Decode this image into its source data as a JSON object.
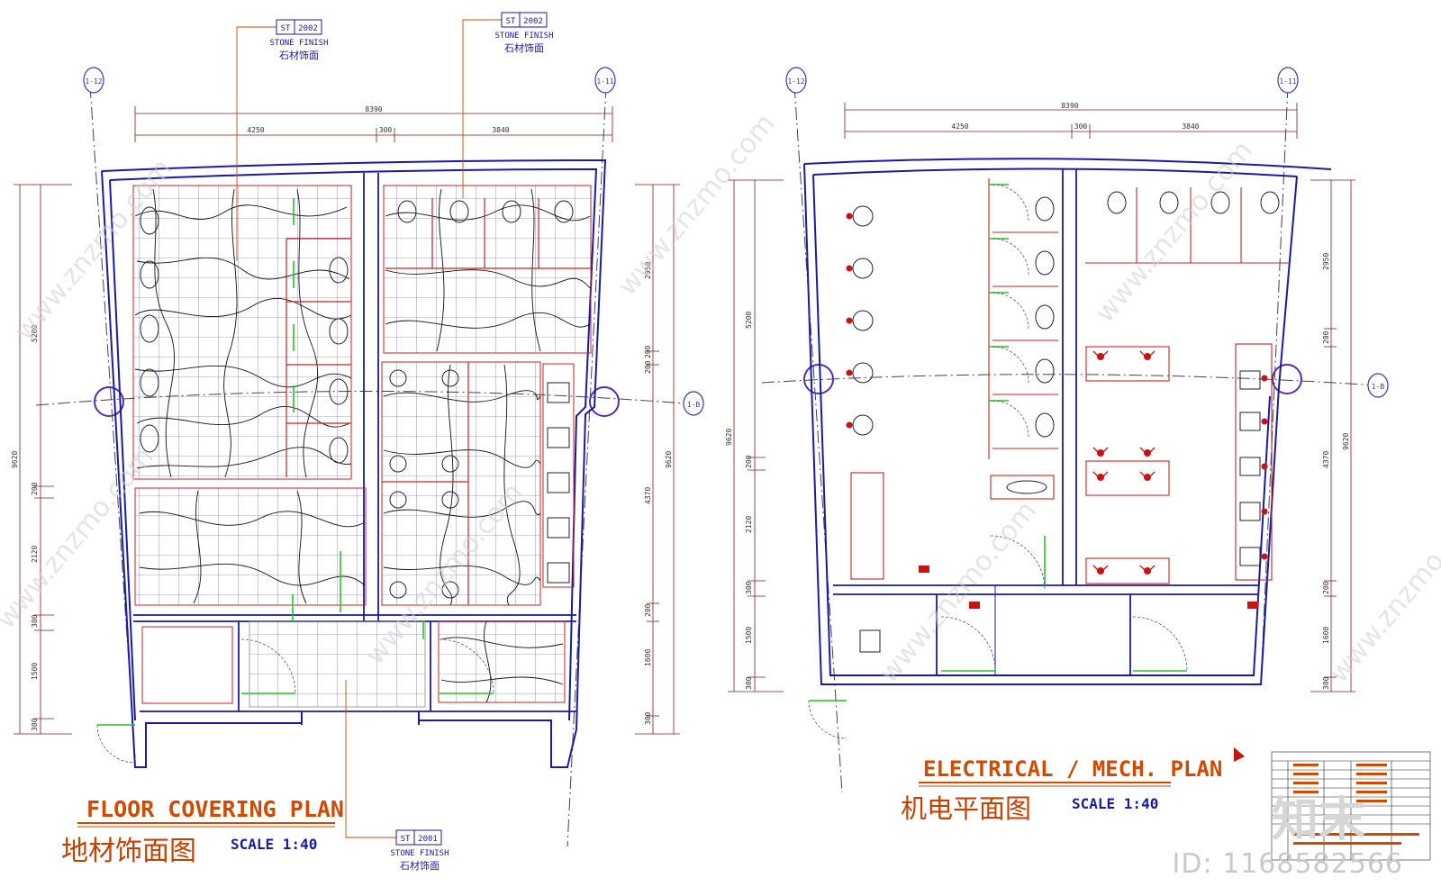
{
  "left_plan": {
    "title_en": "FLOOR  COVERING  PLAN",
    "title_cn": "地材饰面图",
    "scale": "SCALE 1:40",
    "grid_left": "1-12",
    "grid_right": "1-11",
    "grid_row": "1-B",
    "dims_top": {
      "total": "8390",
      "a": "4250",
      "b": "300",
      "c": "3840"
    },
    "dims_left": [
      "5200",
      "9620",
      "200",
      "2120",
      "300",
      "1500",
      "300"
    ],
    "dims_right": [
      "2950",
      "200",
      "200",
      "9620",
      "4370",
      "200",
      "1600",
      "300"
    ],
    "tags": [
      {
        "code": "ST",
        "num": "2002",
        "en": "STONE FINISH",
        "cn": "石材饰面"
      },
      {
        "code": "ST",
        "num": "2002",
        "en": "STONE FINISH",
        "cn": "石材饰面"
      },
      {
        "code": "ST",
        "num": "2001",
        "en": "STONE FINISH",
        "cn": "石材饰面"
      }
    ]
  },
  "right_plan": {
    "title_en": "ELECTRICAL / MECH. PLAN",
    "title_cn": "机电平面图",
    "scale": "SCALE 1:40",
    "grid_left": "1-12",
    "grid_right": "1-11",
    "grid_row": "1-B",
    "dims_top": {
      "total": "8390",
      "a": "4250",
      "b": "300",
      "c": "3840"
    },
    "dims_left": [
      "5200",
      "9620",
      "200",
      "2120",
      "300",
      "1500",
      "300"
    ],
    "dims_right": [
      "2950",
      "200",
      "4370",
      "9620",
      "200",
      "1600",
      "300"
    ]
  },
  "watermark": "www.znzmo.com",
  "logo": "知末",
  "id_label": "ID: 1168582566",
  "colors": {
    "wall": "#1a1aa8",
    "grid": "#5a5ac0",
    "accent": "#d24a00",
    "dim": "#8a1a1a",
    "door": "#27c427",
    "fixture": "#cc1111"
  }
}
